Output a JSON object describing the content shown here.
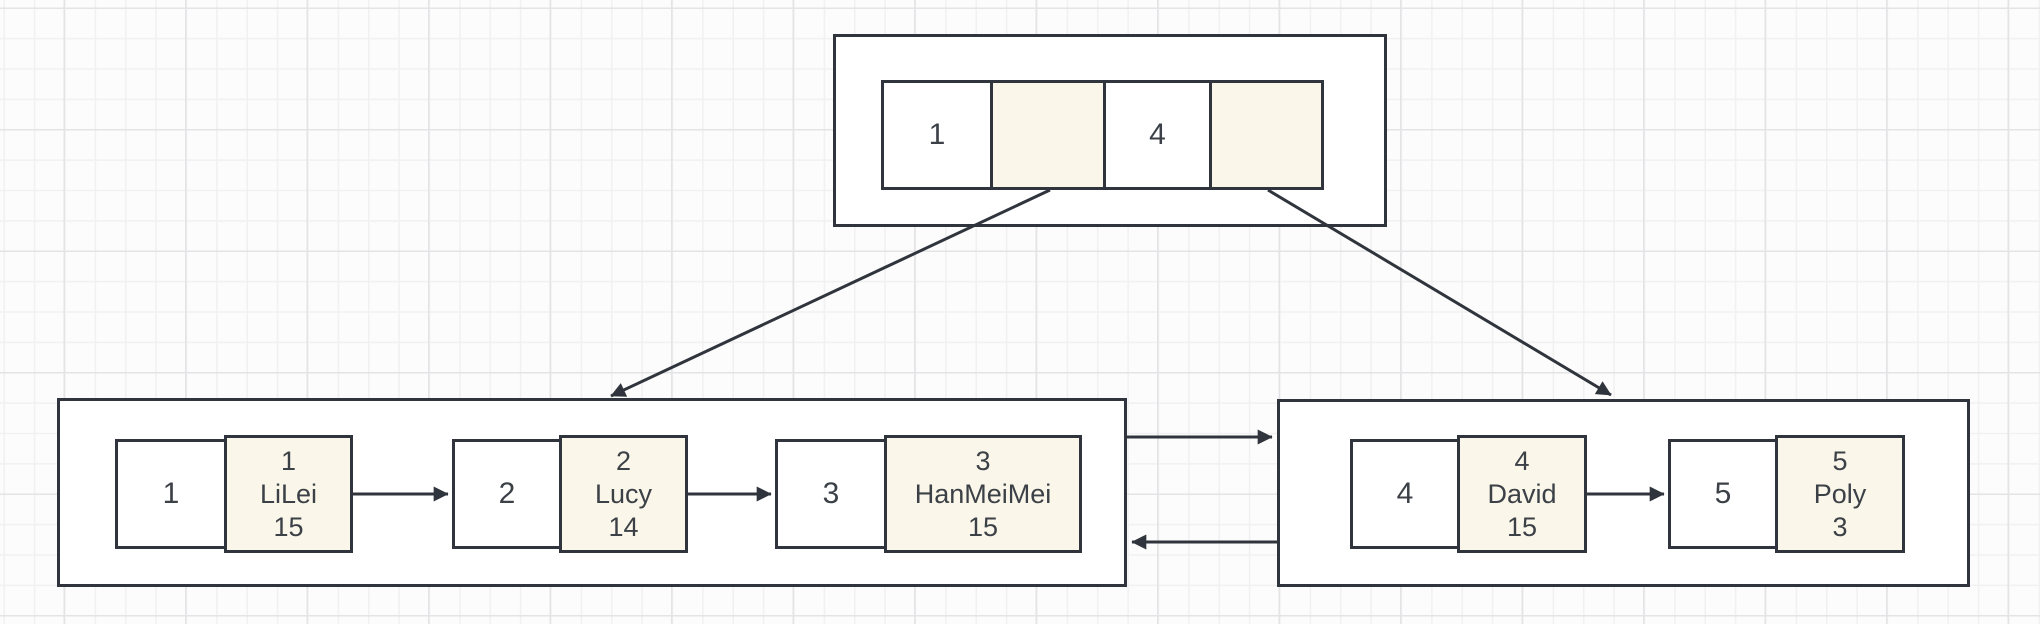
{
  "colors": {
    "stroke": "#30353d",
    "pointer_fill": "#faf6e9",
    "key_fill": "#ffffff",
    "text": "#3c4147",
    "canvas_bg": "#fcfcfc",
    "grid_minor": "#f1f1f2",
    "grid_major": "#e4e4e6"
  },
  "root_node": {
    "cells": [
      {
        "type": "key",
        "label": "1"
      },
      {
        "type": "pointer",
        "label": ""
      },
      {
        "type": "key",
        "label": "4"
      },
      {
        "type": "pointer",
        "label": ""
      }
    ]
  },
  "leaves": {
    "left": {
      "records": [
        {
          "key": "1",
          "lines": [
            "1",
            "LiLei",
            "15"
          ]
        },
        {
          "key": "2",
          "lines": [
            "2",
            "Lucy",
            "14"
          ]
        },
        {
          "key": "3",
          "lines": [
            "3",
            "HanMeiMei",
            "15"
          ]
        }
      ]
    },
    "right": {
      "records": [
        {
          "key": "4",
          "lines": [
            "4",
            "David",
            "15"
          ]
        },
        {
          "key": "5",
          "lines": [
            "5",
            "Poly",
            "3"
          ]
        }
      ]
    }
  }
}
